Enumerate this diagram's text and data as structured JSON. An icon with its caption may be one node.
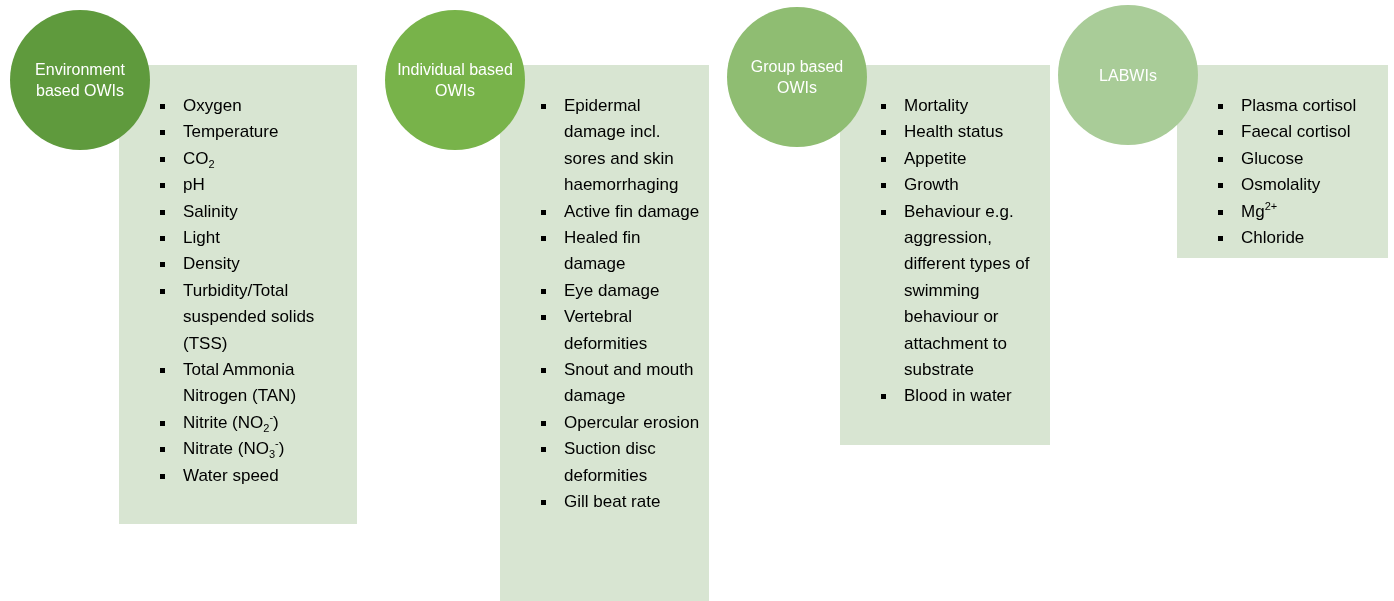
{
  "diagram": {
    "nodes": [
      {
        "text": [
          "Environment based OWIs"
        ]
      },
      {
        "text": [
          "Oxygen",
          "Temperature",
          "CO$_{2}$",
          "pH",
          "Salinity",
          "Light",
          "Density",
          "Turbidity/Total suspended solids (TSS)",
          "Total Ammonia Nitrogen (TAN)",
          "Nitrite (NO$_{2}$$^{-}$)",
          "Nitrate (NO$_{3}$$^{-}$)",
          "Water speed"
        ]
      },
      {
        "text": [
          "Individual based OWIs"
        ]
      },
      {
        "text": [
          "Epidermal damage incl. sores and skin haemorrhaging",
          "Active fin damage",
          "Healed fin damage",
          "Eye damage",
          "Vertebral deformities",
          "Snout and mouth damage",
          "Opercular erosion",
          "Suction disc deformities",
          "Gill beat rate"
        ]
      },
      {
        "text": [
          "Group based OWIs"
        ]
      },
      {
        "text": [
          "Mortality",
          "Health status",
          "Appetite",
          "Growth",
          "Behaviour e.g. aggression, different types of swimming behaviour or attachment to substrate",
          "Blood in water"
        ]
      },
      {
        "text": [
          "LABWIs"
        ]
      },
      {
        "text": [
          "Plasma cortisol",
          "Faecal cortisol",
          "Glucose",
          "Osmolality",
          "Mg$^{2+}$",
          "Chloride"
        ]
      }
    ]
  }
}
